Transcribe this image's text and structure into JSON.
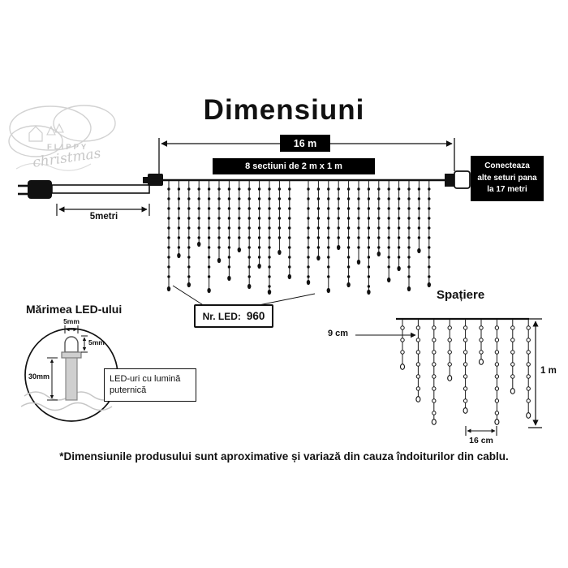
{
  "title": "Dimensiuni",
  "logo": {
    "brand_top": "FLIPPY",
    "brand_bottom": "christmas"
  },
  "diagram": {
    "total_length": "16 m",
    "sections": "8 sectiuni de 2 m x 1 m",
    "lead_length": "5metri",
    "connect_lines": [
      "Conecteaza",
      "alte seturi pana",
      "la 17 metri"
    ],
    "led_count_label": "Nr. LED:",
    "led_count_value": "960"
  },
  "led_size": {
    "heading": "Mărimea LED-ului",
    "bulb_width": "5mm",
    "bulb_height": "5mm",
    "tube_length": "30mm",
    "note": "LED-uri cu lumină puternică"
  },
  "spacing": {
    "heading": "Spațiere",
    "horizontal": "9 cm",
    "height": "1 m",
    "bottom_gap": "16 cm"
  },
  "footnote": "*Dimensiunile produsului sunt aproximative și variază din cauza îndoiturilor din cablu."
}
